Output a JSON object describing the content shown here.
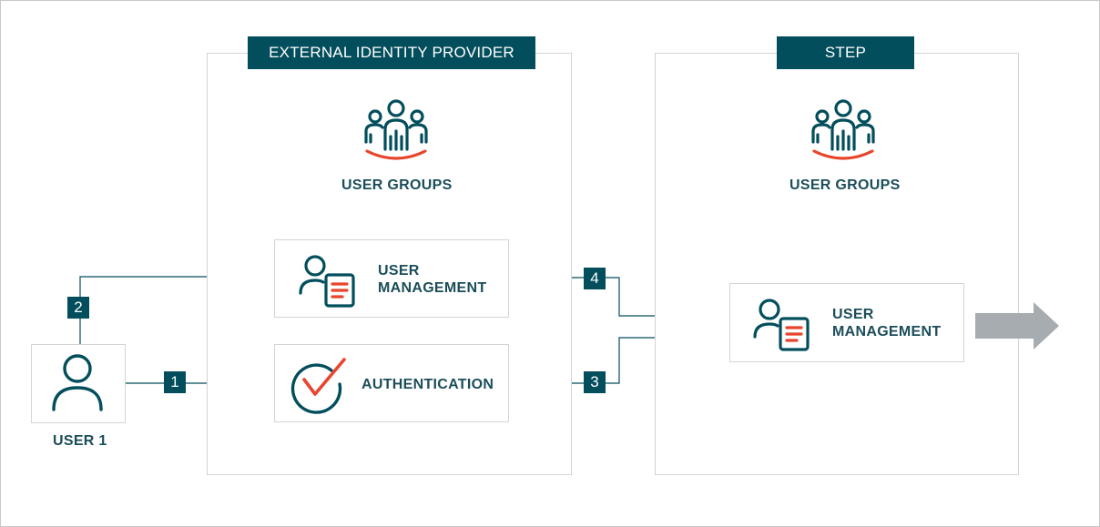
{
  "panels": {
    "external_idp": {
      "title": "EXTERNAL IDENTITY PROVIDER",
      "groups_label": "USER GROUPS"
    },
    "step": {
      "title": "STEP",
      "groups_label": "USER GROUPS"
    }
  },
  "nodes": {
    "idp_user_management": {
      "line1": "USER",
      "line2": "MANAGEMENT"
    },
    "authentication": {
      "label": "AUTHENTICATION"
    },
    "step_user_management": {
      "line1": "USER",
      "line2": "MANAGEMENT"
    },
    "user1": {
      "label": "USER 1"
    }
  },
  "badges": {
    "b1": "1",
    "b2": "2",
    "b3": "3",
    "b4": "4"
  },
  "icons": {
    "user_groups": "user-groups-icon",
    "user_management": "user-management-icon",
    "authentication": "check-circle-icon",
    "user": "user-icon",
    "output": "arrow-right-icon"
  },
  "colors": {
    "teal": "#034e5c",
    "accent": "#e8452c",
    "text": "#1b4d5a",
    "arrow_gray": "#a6acaf"
  }
}
